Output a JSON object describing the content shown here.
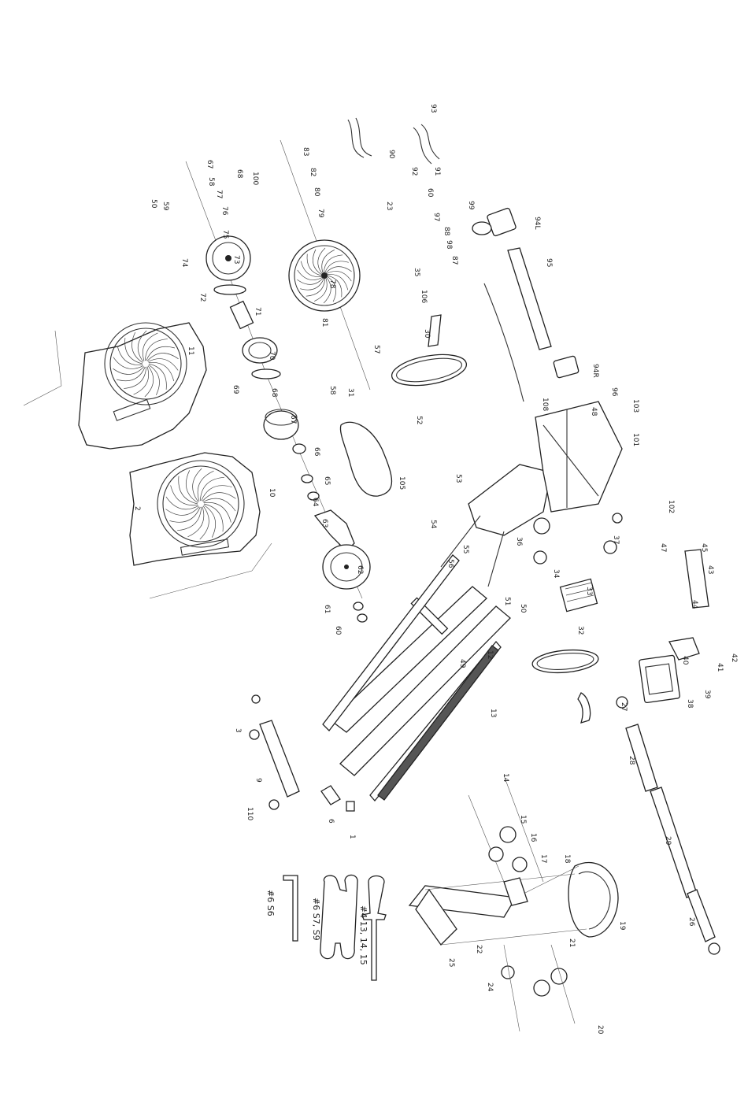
{
  "diagram": {
    "callouts": [
      {
        "id": "c1",
        "text": "50"
      },
      {
        "id": "c2",
        "text": "59"
      },
      {
        "id": "c3",
        "text": "68"
      },
      {
        "id": "c4",
        "text": "100"
      },
      {
        "id": "c5",
        "text": "67"
      },
      {
        "id": "c6",
        "text": "58"
      },
      {
        "id": "c7",
        "text": "77"
      },
      {
        "id": "c8",
        "text": "76"
      },
      {
        "id": "c9",
        "text": "75"
      },
      {
        "id": "c10",
        "text": "73"
      },
      {
        "id": "c11",
        "text": "74"
      },
      {
        "id": "c12",
        "text": "72"
      },
      {
        "id": "c13",
        "text": "71"
      },
      {
        "id": "c14",
        "text": "70"
      },
      {
        "id": "c15",
        "text": "69"
      },
      {
        "id": "c16",
        "text": "68"
      },
      {
        "id": "c17",
        "text": "67"
      },
      {
        "id": "c18",
        "text": "66"
      },
      {
        "id": "c19",
        "text": "65"
      },
      {
        "id": "c20",
        "text": "64"
      },
      {
        "id": "c21",
        "text": "63"
      },
      {
        "id": "c22",
        "text": "62"
      },
      {
        "id": "c23",
        "text": "61"
      },
      {
        "id": "c24",
        "text": "60"
      },
      {
        "id": "c25",
        "text": "11"
      },
      {
        "id": "c26",
        "text": "10"
      },
      {
        "id": "c27",
        "text": "83"
      },
      {
        "id": "c28",
        "text": "82"
      },
      {
        "id": "c29",
        "text": "80"
      },
      {
        "id": "c30",
        "text": "79"
      },
      {
        "id": "c31",
        "text": "78"
      },
      {
        "id": "c32",
        "text": "81"
      },
      {
        "id": "c33",
        "text": "57"
      },
      {
        "id": "c34",
        "text": "58"
      },
      {
        "id": "c35",
        "text": "31"
      },
      {
        "id": "c36",
        "text": "105"
      },
      {
        "id": "c37",
        "text": "90"
      },
      {
        "id": "c38",
        "text": "93"
      },
      {
        "id": "c39",
        "text": "91"
      },
      {
        "id": "c40",
        "text": "92"
      },
      {
        "id": "c41",
        "text": "60"
      },
      {
        "id": "c42",
        "text": "23"
      },
      {
        "id": "c43",
        "text": "97"
      },
      {
        "id": "c44",
        "text": "88"
      },
      {
        "id": "c45",
        "text": "98"
      },
      {
        "id": "c46",
        "text": "87"
      },
      {
        "id": "c47",
        "text": "35"
      },
      {
        "id": "c48",
        "text": "106"
      },
      {
        "id": "c49",
        "text": "94L"
      },
      {
        "id": "c50",
        "text": "95"
      },
      {
        "id": "c51",
        "text": "99"
      },
      {
        "id": "c52",
        "text": "94R"
      },
      {
        "id": "c53",
        "text": "108"
      },
      {
        "id": "c54",
        "text": "48"
      },
      {
        "id": "c55",
        "text": "96"
      },
      {
        "id": "c56",
        "text": "103"
      },
      {
        "id": "c57",
        "text": "101"
      },
      {
        "id": "c58",
        "text": "102"
      },
      {
        "id": "c59",
        "text": "30"
      },
      {
        "id": "c60",
        "text": "53"
      },
      {
        "id": "c61",
        "text": "52"
      },
      {
        "id": "c62",
        "text": "54"
      },
      {
        "id": "c63",
        "text": "55"
      },
      {
        "id": "c64",
        "text": "56"
      },
      {
        "id": "c65",
        "text": "36"
      },
      {
        "id": "c66",
        "text": "34"
      },
      {
        "id": "c67",
        "text": "37"
      },
      {
        "id": "c68",
        "text": "33"
      },
      {
        "id": "c69",
        "text": "32"
      },
      {
        "id": "c70",
        "text": "47"
      },
      {
        "id": "c71",
        "text": "45"
      },
      {
        "id": "c72",
        "text": "43"
      },
      {
        "id": "c73",
        "text": "44"
      },
      {
        "id": "c74",
        "text": "42"
      },
      {
        "id": "c75",
        "text": "41"
      },
      {
        "id": "c76",
        "text": "40"
      },
      {
        "id": "c77",
        "text": "39"
      },
      {
        "id": "c78",
        "text": "38"
      },
      {
        "id": "c79",
        "text": "27"
      },
      {
        "id": "c80",
        "text": "28"
      },
      {
        "id": "c81",
        "text": "29"
      },
      {
        "id": "c82",
        "text": "26"
      },
      {
        "id": "c83",
        "text": "25"
      },
      {
        "id": "c84",
        "text": "19"
      },
      {
        "id": "c85",
        "text": "18"
      },
      {
        "id": "c86",
        "text": "16"
      },
      {
        "id": "c87",
        "text": "17"
      },
      {
        "id": "c88",
        "text": "15"
      },
      {
        "id": "c89",
        "text": "14"
      },
      {
        "id": "c90",
        "text": "13"
      },
      {
        "id": "c91",
        "text": "12"
      },
      {
        "id": "c92",
        "text": "49"
      },
      {
        "id": "c93",
        "text": "50"
      },
      {
        "id": "c94",
        "text": "51"
      },
      {
        "id": "c95",
        "text": "110"
      },
      {
        "id": "c96",
        "text": "6"
      },
      {
        "id": "c97",
        "text": "3"
      },
      {
        "id": "c98",
        "text": "2"
      },
      {
        "id": "c99",
        "text": "1"
      },
      {
        "id": "c100",
        "text": "9"
      },
      {
        "id": "c101",
        "text": "21"
      },
      {
        "id": "c102",
        "text": "22"
      },
      {
        "id": "c103",
        "text": "20"
      },
      {
        "id": "c104",
        "text": "24"
      }
    ],
    "tools": [
      {
        "id": "t1",
        "caption": "#6 S7, S9"
      },
      {
        "id": "t2",
        "caption": "#4 13, 14, 15"
      },
      {
        "id": "t3",
        "caption": "#6 S6"
      }
    ]
  }
}
